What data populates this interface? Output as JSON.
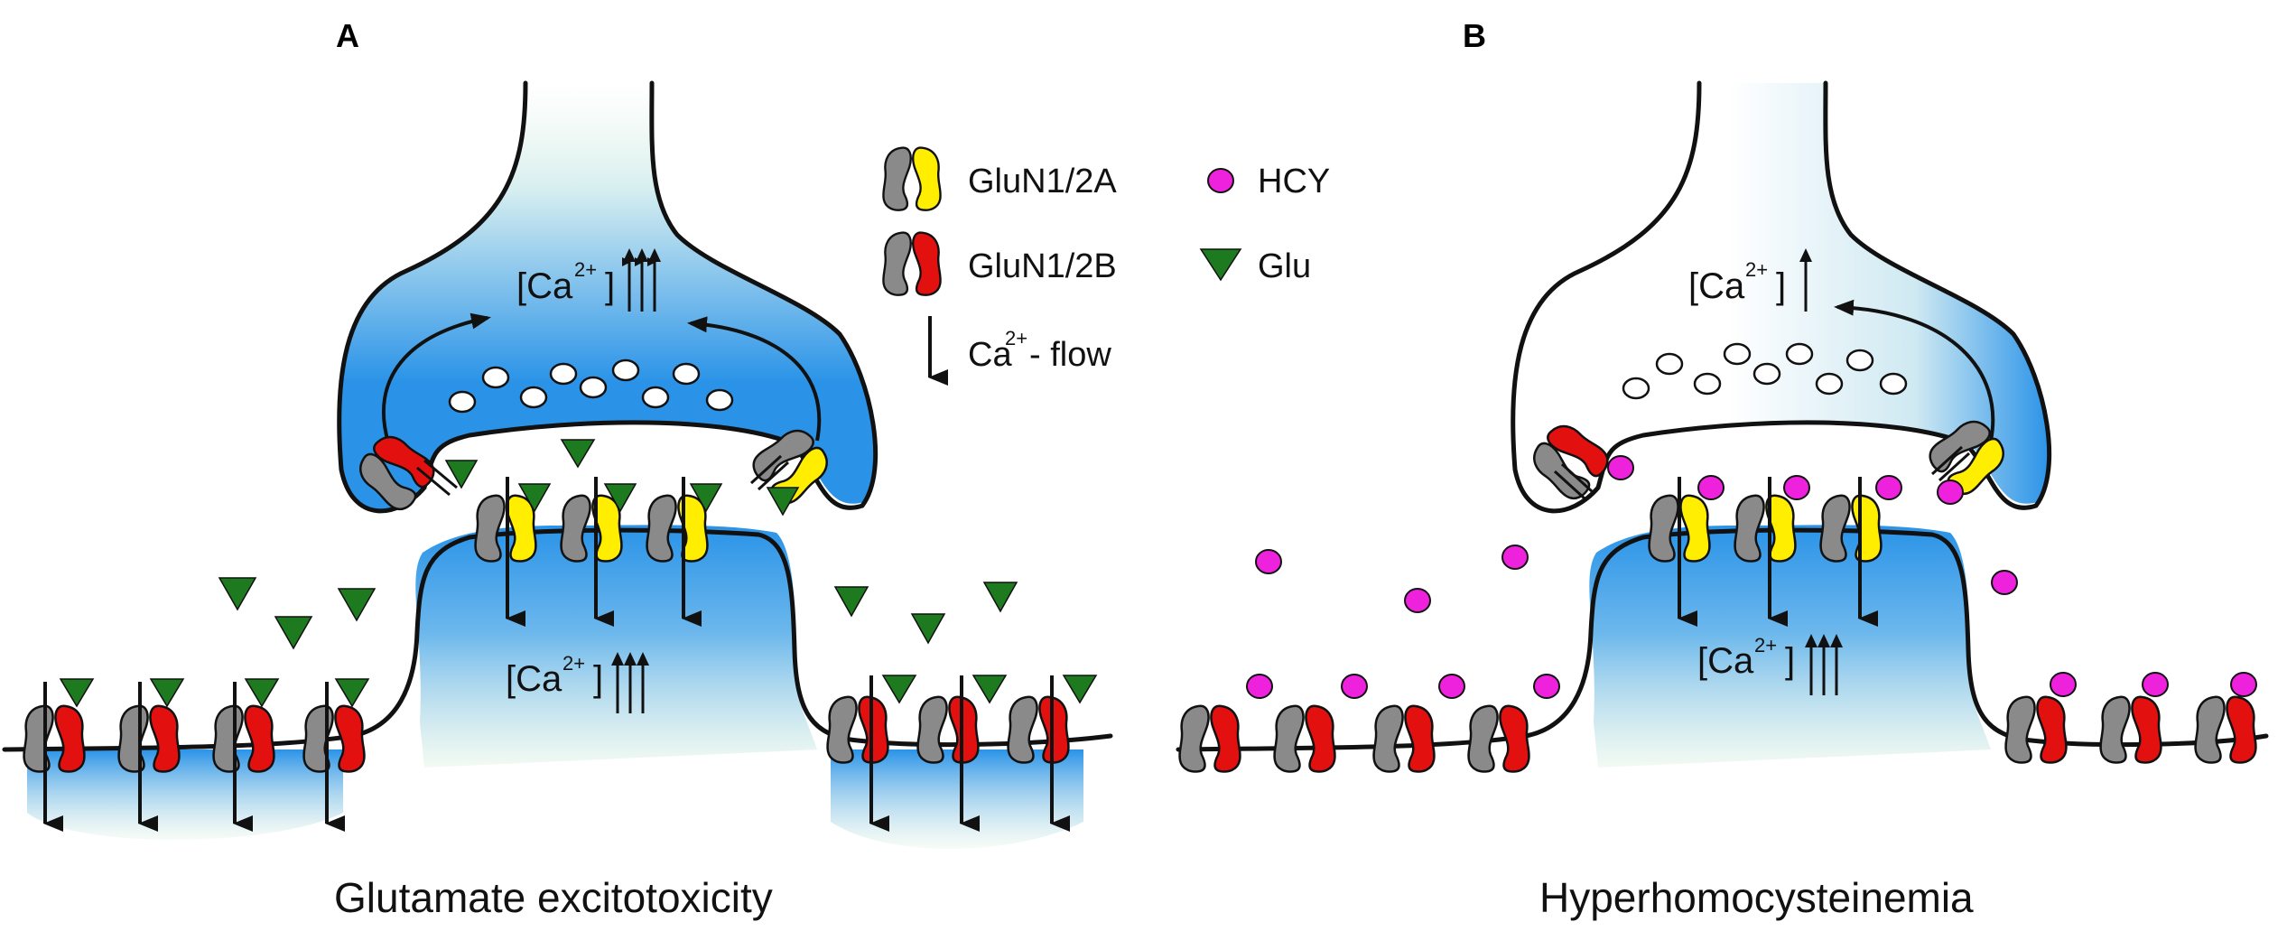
{
  "panels": {
    "a": {
      "letter": "A",
      "caption": "Glutamate excitotoxicity"
    },
    "b": {
      "letter": "B",
      "caption": "Hyperhomocysteinemia"
    }
  },
  "labels": {
    "ca_base": "[Ca",
    "ca_sup": "2+",
    "ca_close": "]"
  },
  "legend": {
    "glun1_2a": "GluN1/2A",
    "glun1_2b": "GluN1/2B",
    "ca_flow_base": "Ca",
    "ca_flow_sup": "2+",
    "ca_flow_suffix": "- flow",
    "hcy": "HCY",
    "glu": "Glu"
  },
  "colors": {
    "calcium_blue": "#2a93e8",
    "calcium_fade": "#e8f6e8",
    "glun1": "#8a8a8a",
    "glun2a": "#ffee00",
    "glun2b": "#e31010",
    "glu": "#1e7a1e",
    "hcy": "#ee22dd"
  },
  "icons": {
    "glun1_2a": "receptor-gray-yellow",
    "glun1_2b": "receptor-gray-red",
    "ca_flow": "down-arrow",
    "hcy": "magenta-circle",
    "glu": "green-triangle"
  }
}
